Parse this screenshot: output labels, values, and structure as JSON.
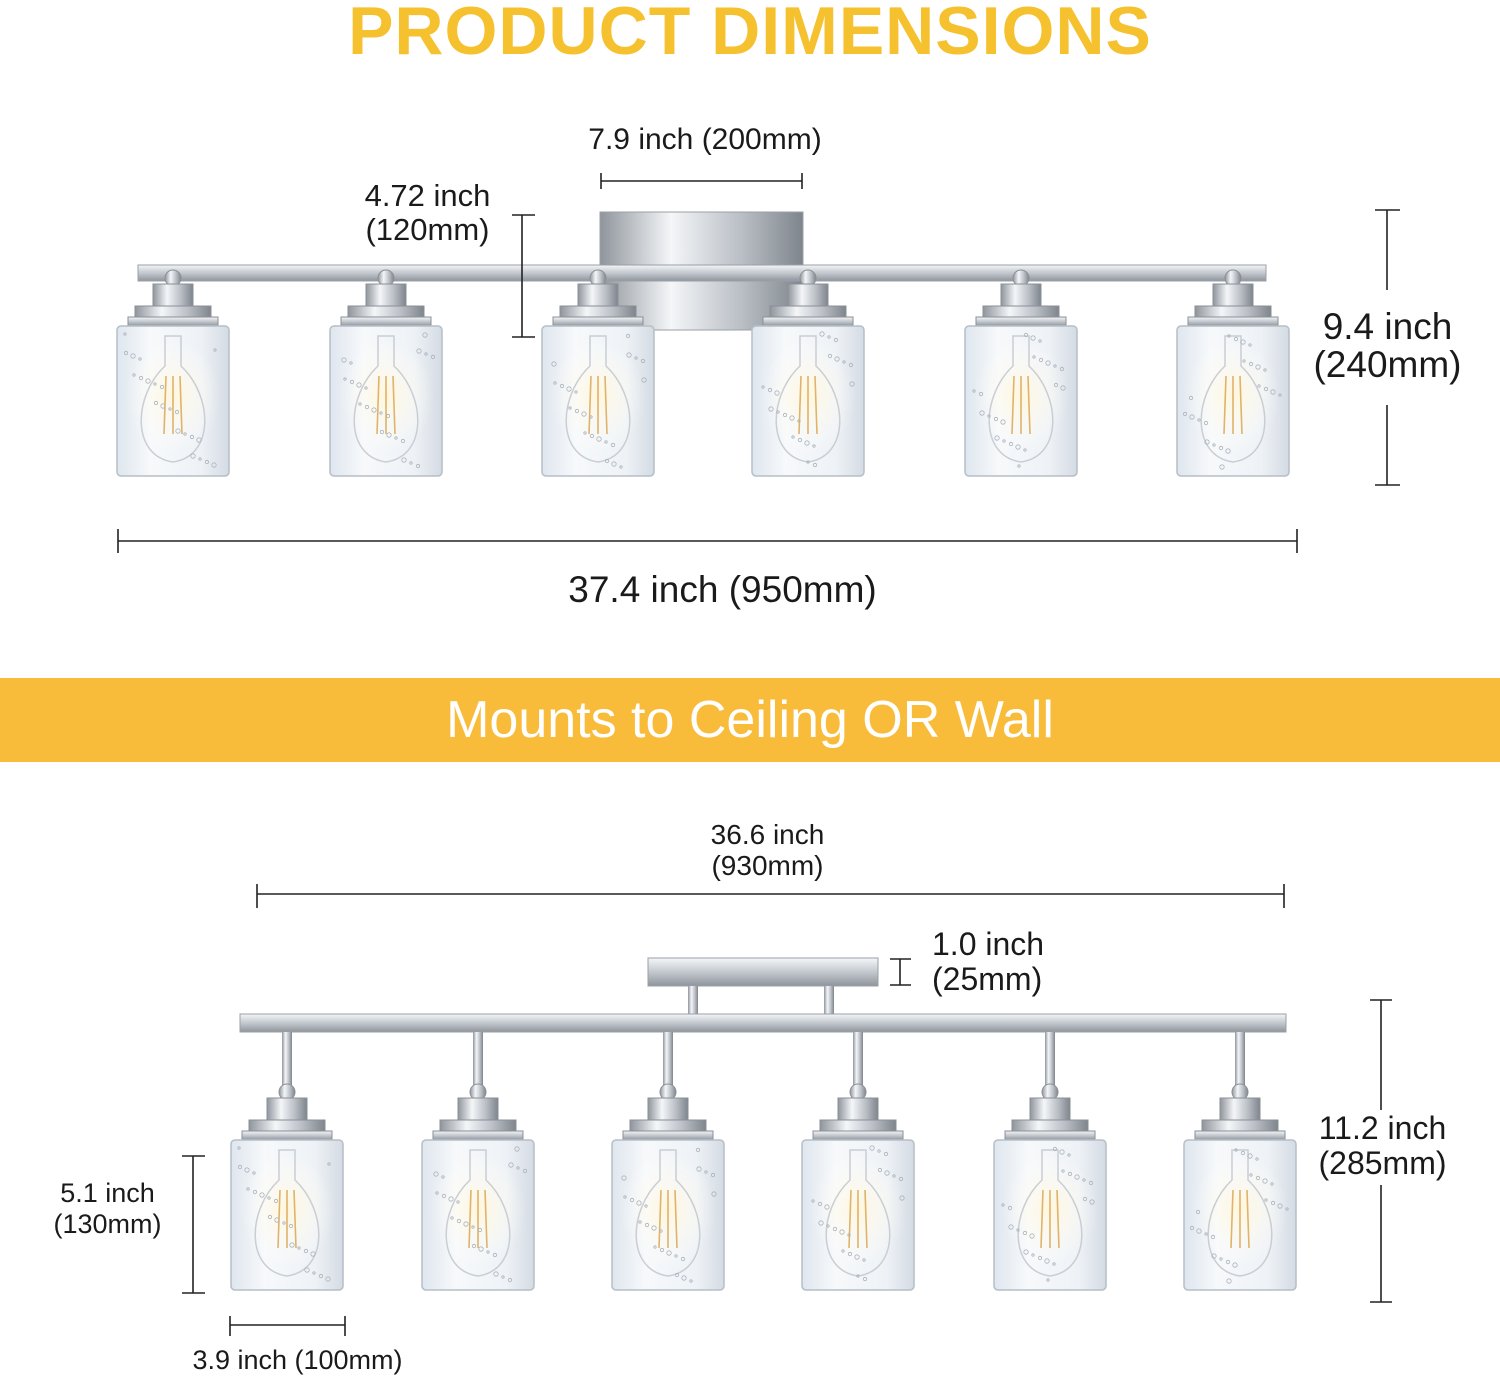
{
  "header": {
    "title": "PRODUCT DIMENSIONS"
  },
  "banner": {
    "text": "Mounts to Ceiling OR Wall"
  },
  "top_view": {
    "canopy_width": "7.9 inch (200mm)",
    "canopy_height_in": "4.72 inch",
    "canopy_height_mm": "(120mm)",
    "height_in": "9.4 inch",
    "height_mm": "(240mm)",
    "total_width": "37.4 inch (950mm)"
  },
  "bottom_view": {
    "bar_width_in": "36.6 inch",
    "bar_width_mm": "(930mm)",
    "plate_depth_in": "1.0 inch",
    "plate_depth_mm": "(25mm)",
    "height_in": "11.2 inch",
    "height_mm": "(285mm)",
    "shade_height_in": "5.1 inch",
    "shade_height_mm": "(130mm)",
    "shade_diameter": "3.9 inch (100mm)"
  },
  "colors": {
    "title": "#f6c12e",
    "banner": "#f8bc3a",
    "chrome": "#b8bec6",
    "glass": "#eef3f8"
  },
  "lights_per_fixture": 6
}
